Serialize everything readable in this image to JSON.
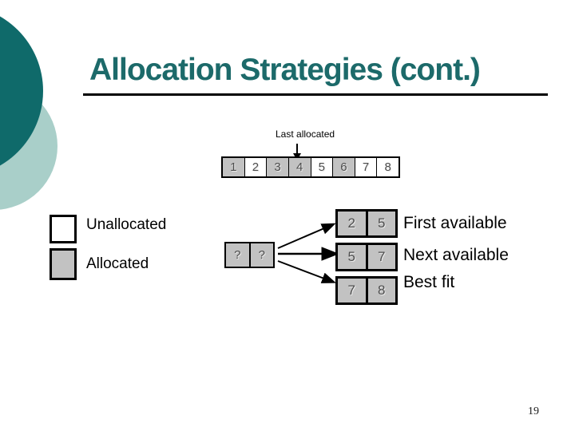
{
  "colors": {
    "title-teal": "#1C6A6A",
    "circle-dark": "#0F6A6A",
    "circle-light": "#A9CFC9",
    "allocated-gray": "#C2C2C2"
  },
  "slide": {
    "title": "Allocation Strategies (cont.)",
    "page_number": "19"
  },
  "memory_row": {
    "pointer_label": "Last allocated",
    "cells": [
      {
        "label": "1",
        "state": "allocated"
      },
      {
        "label": "2",
        "state": "unallocated"
      },
      {
        "label": "3",
        "state": "allocated"
      },
      {
        "label": "4",
        "state": "allocated"
      },
      {
        "label": "5",
        "state": "unallocated"
      },
      {
        "label": "6",
        "state": "allocated"
      },
      {
        "label": "7",
        "state": "unallocated"
      },
      {
        "label": "8",
        "state": "unallocated"
      }
    ]
  },
  "legend": {
    "items": [
      {
        "label": "Unallocated",
        "state": "unallocated"
      },
      {
        "label": "Allocated",
        "state": "allocated"
      }
    ]
  },
  "request": {
    "cells": [
      "?",
      "?"
    ]
  },
  "strategies": [
    {
      "label": "First available",
      "cells": [
        "2",
        "5"
      ]
    },
    {
      "label": "Next available",
      "cells": [
        "5",
        "7"
      ]
    },
    {
      "label": "Best fit",
      "cells": [
        "7",
        "8"
      ]
    }
  ]
}
